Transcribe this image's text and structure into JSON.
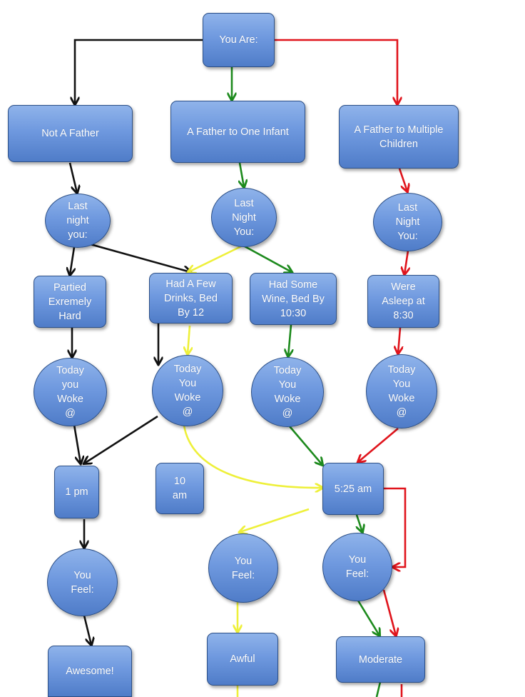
{
  "colors": {
    "black_path": "#111111",
    "green_path": "#1d8a1d",
    "red_path": "#e0141c",
    "yellow_path": "#eef03a",
    "node_fill_top": "#8fb3ea",
    "node_fill_bottom": "#4f7cc8",
    "node_border": "#2c4f86",
    "node_text": "#ffffff"
  },
  "nodes": {
    "you_are": "You Are:",
    "not_a_father": "Not A Father",
    "father_one_infant": "A Father to One Infant",
    "father_multiple": "A Father to Multiple\nChildren",
    "last_night_1": "Last\nnight\nyou:",
    "last_night_2": "Last\nNight\nYou:",
    "last_night_3": "Last\nNight\nYou:",
    "partied": "Partied\nExremely\nHard",
    "few_drinks": "Had A Few\nDrinks, Bed\nBy 12",
    "some_wine": "Had Some\nWine, Bed By\n10:30",
    "asleep": "Were\nAsleep at\n8:30",
    "woke_1": "Today\nyou\nWoke\n@",
    "woke_2": "Today\nYou\nWoke\n@",
    "woke_3": "Today\nYou\nWoke\n@",
    "woke_4": "Today\nYou\nWoke\n@",
    "time_1pm": "1 pm",
    "time_10am": "10\nam",
    "time_525": "5:25 am",
    "feel_1": "You\nFeel:",
    "feel_2": "You\nFeel:",
    "feel_3": "You\nFeel:",
    "awesome": "Awesome!",
    "awful": "Awful",
    "moderate": "Moderate"
  }
}
